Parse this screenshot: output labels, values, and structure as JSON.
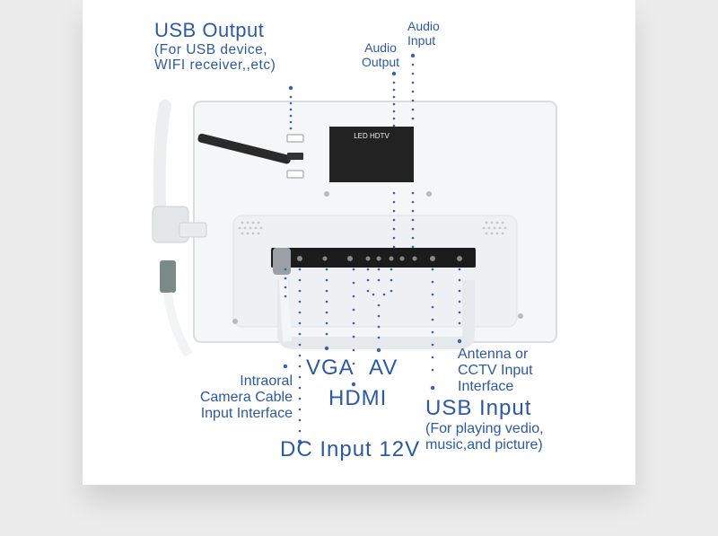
{
  "labels": {
    "usb_output": {
      "title": "USB Output",
      "line1": "(For USB device,",
      "line2": "WIFI receiver,,etc)"
    },
    "audio_output": {
      "line1": "Audio",
      "line2": "Output"
    },
    "audio_input": {
      "line1": "Audio",
      "line2": "Input"
    },
    "intraoral": {
      "line1": "Intraoral",
      "line2": "Camera Cable",
      "line3": "Input Interface"
    },
    "vga": "VGA",
    "av": "AV",
    "hdmi": "HDMI",
    "dc_input": "DC Input 12V",
    "antenna": {
      "line1": "Antenna or",
      "line2": "CCTV Input",
      "line3": "Interface"
    },
    "usb_input": {
      "title": "USB Input",
      "line1": "(For playing vedio,",
      "line2": "music,and picture)"
    }
  },
  "device": {
    "sticker_title": "LED HDTV"
  },
  "colors": {
    "label_blue": "#2c5aa0",
    "dot_blue": "#3a62a8",
    "device_white": "#f4f6f8",
    "panel_black": "#1c1c1c"
  }
}
